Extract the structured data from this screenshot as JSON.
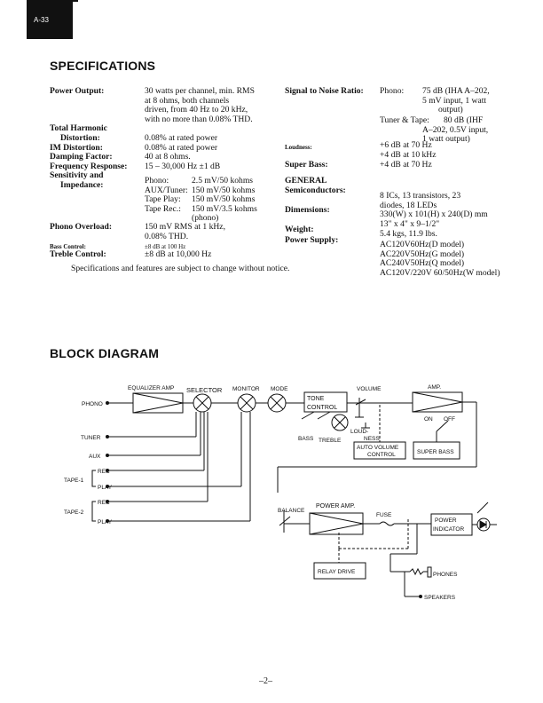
{
  "page": {
    "tab_label": "A-33",
    "page_number": "–2–"
  },
  "specs": {
    "heading": "SPECIFICATIONS",
    "left_col": [
      {
        "label": "Power Output:",
        "value": [
          "30 watts per channel, min. RMS",
          "at 8 ohms, both channels",
          "driven, from 40 Hz to 20 kHz,",
          "with no more than 0.08% THD."
        ]
      },
      {
        "label": "Total Harmonic",
        "value": []
      },
      {
        "label": "Distortion:",
        "value": [
          "0.08% at rated power"
        ]
      },
      {
        "label": "IM Distortion:",
        "value": [
          "0.08% at rated power"
        ]
      },
      {
        "label": "Damping Factor:",
        "value": [
          "40 at 8 ohms."
        ]
      },
      {
        "label": "Frequency Response:",
        "value": [
          "15 – 30,000 Hz ±1 dB"
        ]
      },
      {
        "label": "Sensitivity and",
        "value": []
      },
      {
        "label": "Impedance:",
        "value": []
      }
    ],
    "sensitivity": [
      {
        "name": "Phono:",
        "val": "2.5 mV/50 kohms"
      },
      {
        "name": "AUX/Tuner:",
        "val": "150 mV/50 kohms"
      },
      {
        "name": "Tape Play:",
        "val": "150 mV/50 kohms"
      },
      {
        "name": "Tape Rec.:",
        "val": "150 mV/3.5 kohms"
      },
      {
        "name": "",
        "val": "(phono)"
      }
    ],
    "phono_overload": {
      "label": "Phono Overload:",
      "value": [
        "150 mV RMS at 1 kHz,",
        "0.08% THD."
      ]
    },
    "bass_control": {
      "label": "Bass Control:",
      "value": "±8 dB at 100 Hz"
    },
    "treble_control": {
      "label": "Treble Control:",
      "value": "±8 dB at 10,000 Hz"
    },
    "snr": {
      "label": "Signal to Noise Ratio:",
      "phono_name": "Phono:",
      "phono_val": [
        "75 dB (IHA A–202,",
        "5 mV input, 1 watt",
        "output)"
      ],
      "tape_name": "Tuner & Tape:",
      "tape_val": [
        "80 dB (IHF",
        "A–202, 0.5V input,",
        "1 watt output)"
      ]
    },
    "loudness": {
      "label": "Loudness:",
      "value": [
        "+6 dB at 70 Hz",
        "+4 dB at 10 kHz"
      ]
    },
    "super_bass": {
      "label": "Super Bass:",
      "value": "+4 dB at 70 Hz"
    },
    "general": "GENERAL",
    "semiconductors": {
      "label": "Semiconductors:",
      "value": [
        "8 ICs, 13 transistors, 23",
        "diodes, 18 LEDs"
      ]
    },
    "dimensions": {
      "label": "Dimensions:",
      "value": [
        "330(W) x 101(H) x 240(D) mm",
        "13\" x 4\" x 9–1/2\""
      ]
    },
    "weight": {
      "label": "Weight:",
      "value": "5.4 kgs, 11.9 lbs."
    },
    "power_supply": {
      "label": "Power Supply:",
      "value": [
        "AC120V60Hz(D model)",
        "AC220V50Hz(G model)",
        "AC240V50Hz(Q model)",
        "AC120V/220V 60/50Hz(W model)"
      ]
    },
    "note": "Specifications and features are subject to change without notice."
  },
  "block": {
    "heading": "BLOCK DIAGRAM",
    "equalizer_amp": "EQUALIZER AMP",
    "selector": "SELECTOR",
    "monitor": "MONITOR",
    "mode": "MODE",
    "tone_control": [
      "TONE",
      "CONTROL"
    ],
    "volume": "VOLUME",
    "amp": "AMP.",
    "phono": "PHONO",
    "tuner": "TUNER",
    "aux": "AUX",
    "tape1": "TAPE-1",
    "tape2": "TAPE-2",
    "rec": "REC",
    "play": "PLAY",
    "bass": "BASS",
    "treble": "TREBLE",
    "loudness": [
      "LOUD-",
      "NESS"
    ],
    "on": "ON",
    "off": "OFF",
    "auto_volume": [
      "AUTO VOLUME",
      "CONTROL"
    ],
    "super_bass": "SUPER BASS",
    "balance": "BALANCE",
    "power_amp": "POWER AMP.",
    "fuse": "FUSE",
    "power_indicator": [
      "POWER",
      "INDICATOR"
    ],
    "relay_drive": "RELAY DRIVE",
    "phones": "PHONES",
    "speakers": "SPEAKERS"
  }
}
